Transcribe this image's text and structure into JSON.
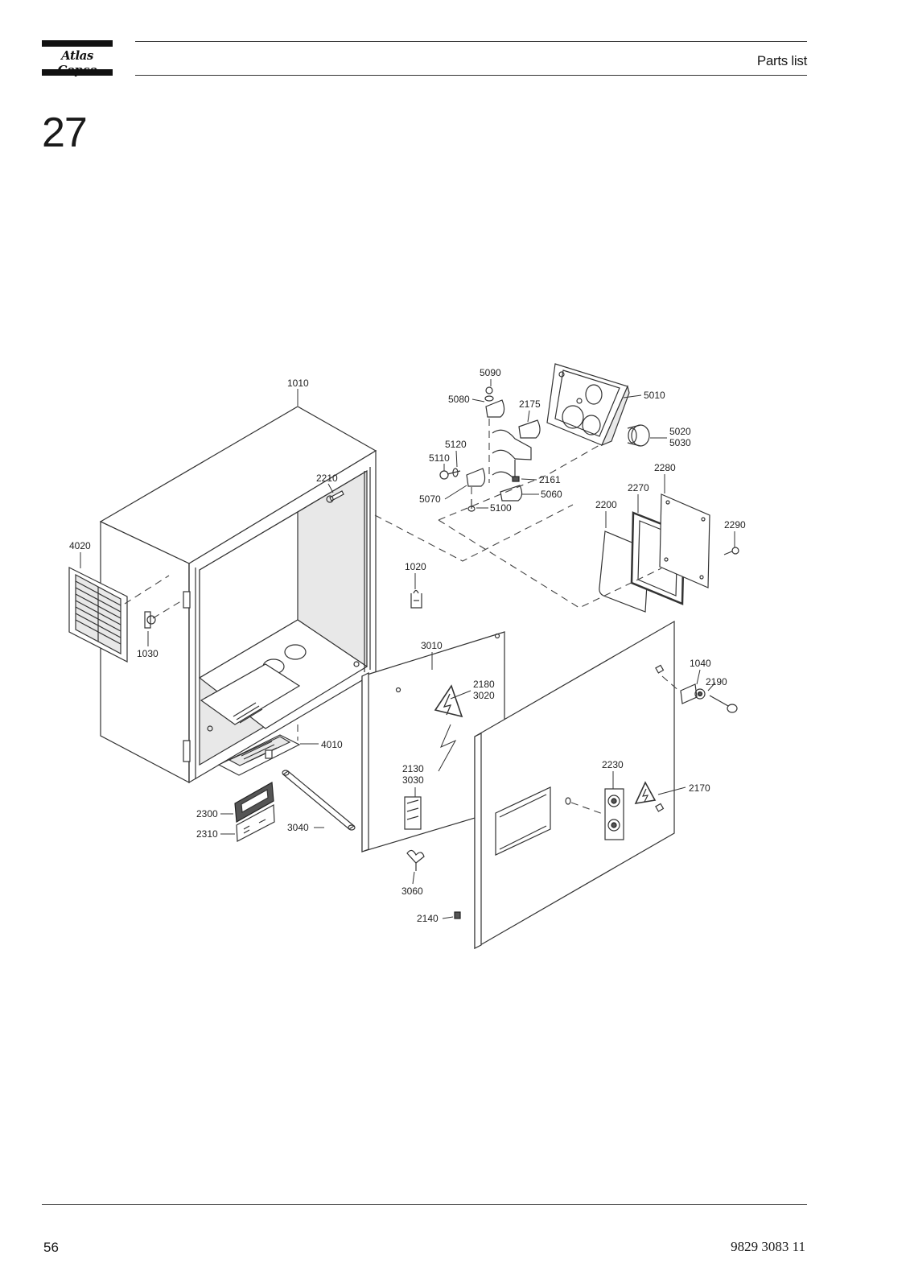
{
  "header": {
    "logo": "Atlas Copco",
    "section_title": "Parts list"
  },
  "chapter_number": "27",
  "footer": {
    "page_number": "56",
    "document_number": "9829 3083 11"
  },
  "parts": {
    "p1010": "1010",
    "p1020": "1020",
    "p1030": "1030",
    "p1040": "1040",
    "p2130": "2130",
    "p2140": "2140",
    "p2161": "2161",
    "p2170": "2170",
    "p2175": "2175",
    "p2180": "2180",
    "p2190": "2190",
    "p2200": "2200",
    "p2210": "2210",
    "p2230": "2230",
    "p2270": "2270",
    "p2280": "2280",
    "p2290": "2290",
    "p2300": "2300",
    "p2310": "2310",
    "p3010": "3010",
    "p3020": "3020",
    "p3030": "3030",
    "p3040": "3040",
    "p3060": "3060",
    "p4010": "4010",
    "p4020": "4020",
    "p5010": "5010",
    "p5020": "5020",
    "p5030": "5030",
    "p5060": "5060",
    "p5070": "5070",
    "p5080": "5080",
    "p5090": "5090",
    "p5100": "5100",
    "p5110": "5110",
    "p5120": "5120"
  }
}
